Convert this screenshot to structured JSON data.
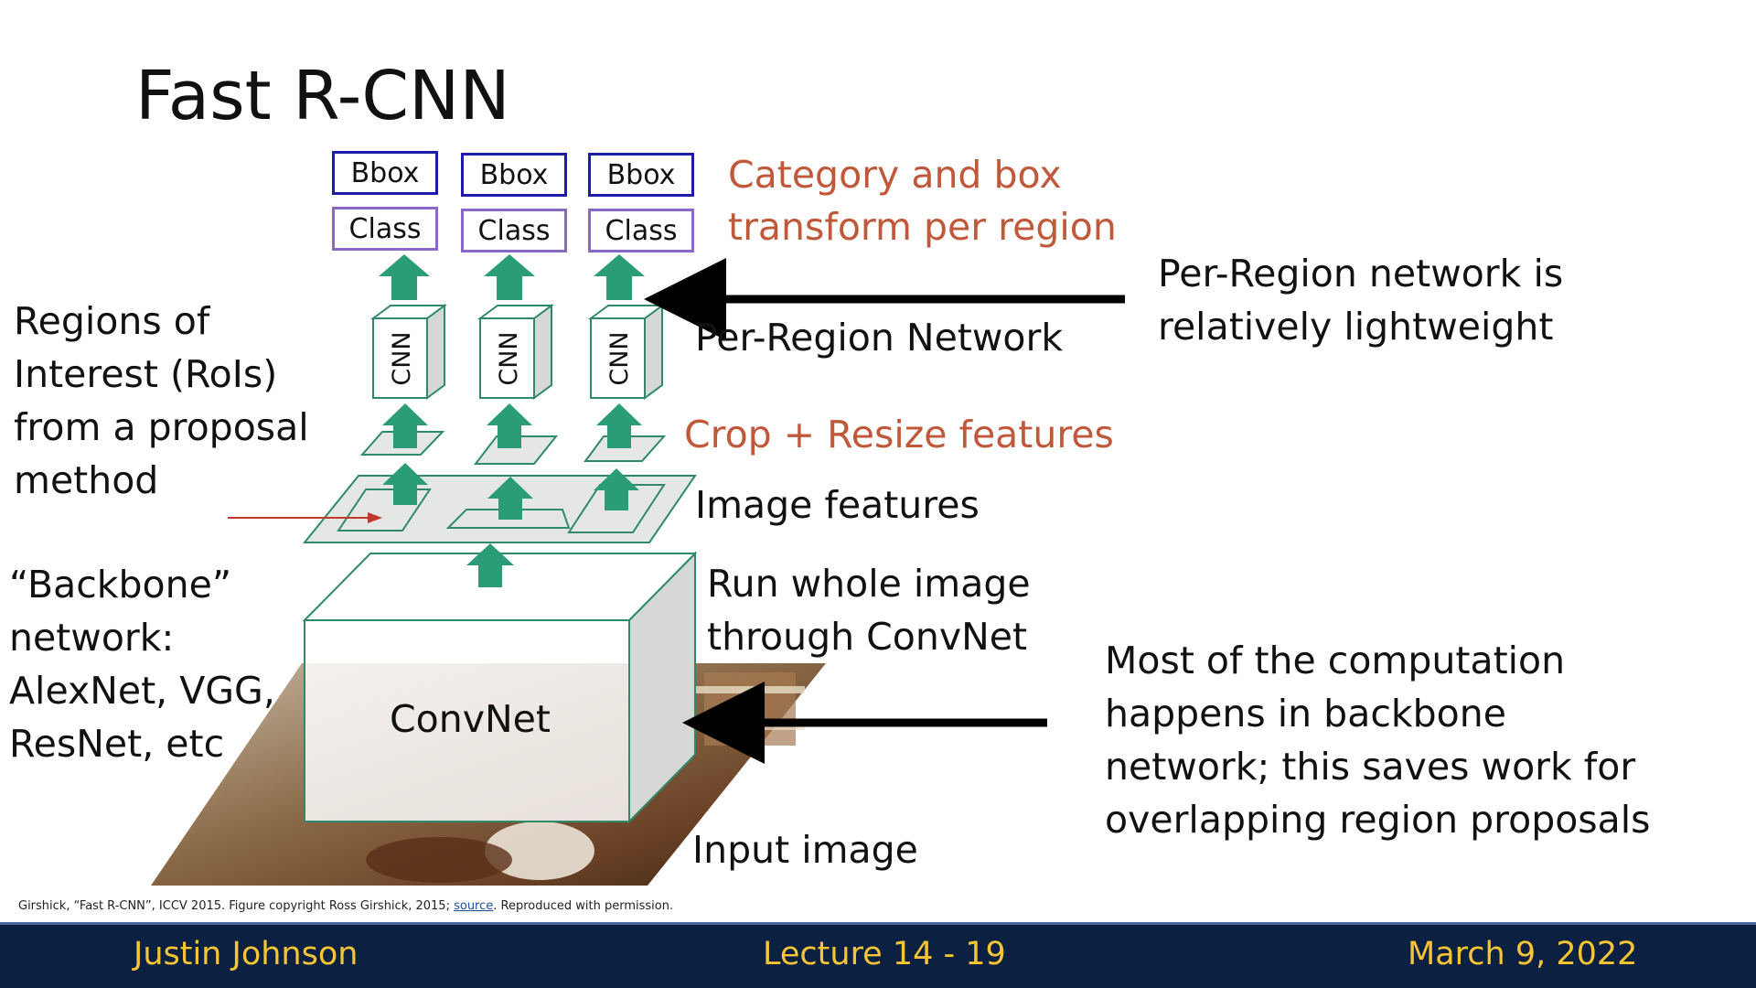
{
  "slide": {
    "title": "Fast R-CNN"
  },
  "outputs": {
    "bbox_label": "Bbox",
    "class_label": "Class",
    "annotation_lines": [
      "Category and box",
      "transform per region"
    ]
  },
  "diagram": {
    "cnn_label": "CNN",
    "convnet_label": "ConvNet",
    "labels": {
      "per_region_network": "Per-Region Network",
      "crop_resize": "Crop + Resize features",
      "image_features": "Image features",
      "run_whole_image": [
        "Run whole image",
        "through ConvNet"
      ],
      "input_image": "Input image"
    }
  },
  "left_notes": {
    "rois": [
      "Regions of",
      "Interest (RoIs)",
      "from a proposal",
      "method"
    ],
    "backbone": [
      "“Backbone”",
      "network:",
      "AlexNet, VGG,",
      "ResNet, etc"
    ]
  },
  "right_notes": {
    "per_region": [
      "Per-Region network is",
      "relatively lightweight"
    ],
    "computation": [
      "Most of the computation",
      "happens in backbone",
      "network; this saves work for",
      "overlapping region proposals"
    ]
  },
  "citation": {
    "text": "Girshick, “Fast R-CNN”, ICCV 2015. Figure copyright Ross Girshick, 2015; ",
    "link": "source",
    "suffix": ". Reproduced with permission."
  },
  "footer": {
    "author": "Justin Johnson",
    "lecture": "Lecture 14 -  19",
    "date": "March 9, 2022"
  },
  "colors": {
    "arrow_green": "#2a9d78",
    "feature_gray": "#e4e7e4",
    "annotation_orange": "#c0583a",
    "bbox_border": "#1c1ca8",
    "class_border": "#8a68c8",
    "footer_bg": "#0c2142",
    "footer_text": "#f6c534"
  }
}
